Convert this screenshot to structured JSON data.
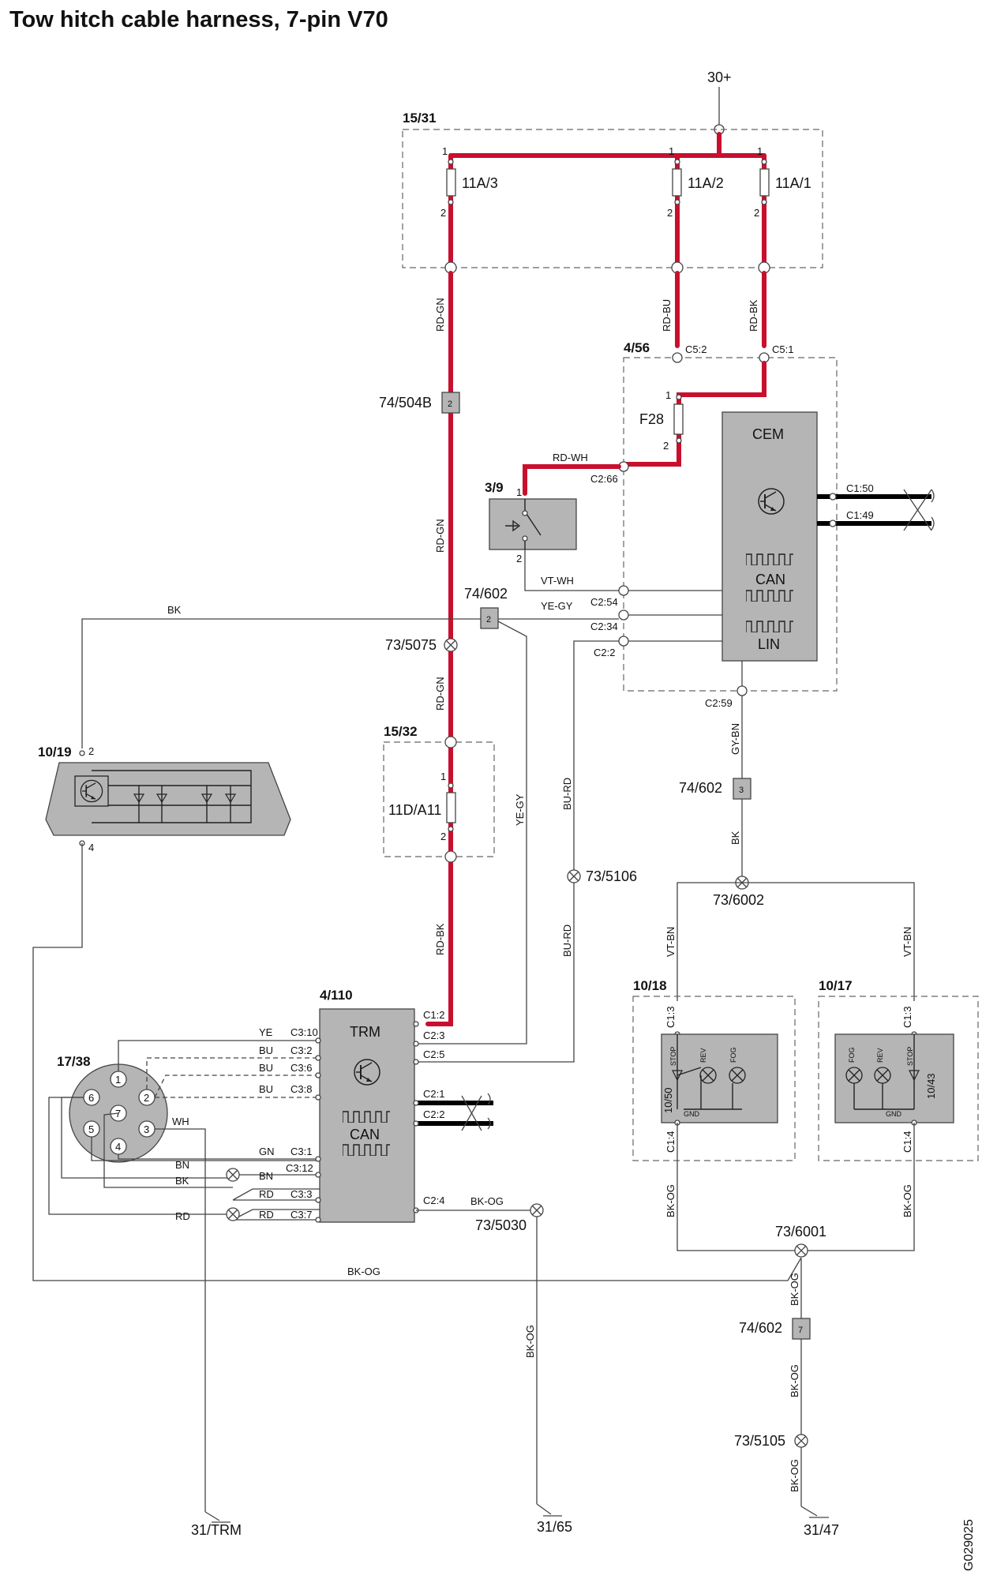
{
  "title": "Tow hitch cable harness, 7-pin V70",
  "doc_id": "G029025",
  "colors": {
    "power_wire": "#c8102e",
    "module_fill": "#b5b5b5",
    "wire": "#444444"
  },
  "supply": {
    "label": "30+"
  },
  "fusebox_main": {
    "id": "15/31",
    "fuses": [
      {
        "name": "11A/3",
        "pin_top": "1",
        "pin_bottom": "2"
      },
      {
        "name": "11A/2",
        "pin_top": "1",
        "pin_bottom": "2"
      },
      {
        "name": "11A/1",
        "pin_top": "1",
        "pin_bottom": "2"
      }
    ]
  },
  "wire_colors": {
    "rd_gn": "RD-GN",
    "rd_bu": "RD-BU",
    "rd_bk": "RD-BK",
    "rd_wh": "RD-WH",
    "vt_wh": "VT-WH",
    "ye_gy": "YE-GY",
    "bk": "BK",
    "bu_rd": "BU-RD",
    "gy_bn": "GY-BN",
    "vt_bn": "VT-BN",
    "bk_og": "BK-OG",
    "ye": "YE",
    "bu": "BU",
    "gn": "GN",
    "bn": "BN",
    "rd": "RD",
    "wh": "WH"
  },
  "cem_box": {
    "id": "4/56",
    "module_label": "CEM",
    "fuse": {
      "name": "F28",
      "pin_top": "1",
      "pin_bottom": "2"
    },
    "pins": {
      "c5_2": "C5:2",
      "c5_1": "C5:1",
      "c2_66": "C2:66",
      "c2_54": "C2:54",
      "c2_34": "C2:34",
      "c2_2": "C2:2",
      "c2_59": "C2:59",
      "c1_50": "C1:50",
      "c1_49": "C1:49"
    },
    "can_label": "CAN",
    "lin_label": "LIN"
  },
  "connectors": {
    "c74_504b": {
      "id": "74/504B",
      "pin": "2"
    },
    "c74_602_a": {
      "id": "74/602",
      "pin": "2"
    },
    "c74_602_b": {
      "id": "74/602",
      "pin": "3"
    },
    "c74_602_c": {
      "id": "74/602",
      "pin": "7"
    }
  },
  "switch": {
    "id": "3/9",
    "pin_top": "1",
    "pin_bottom": "2"
  },
  "splices": {
    "s5075": "73/5075",
    "s5106": "73/5106",
    "s6002": "73/6002",
    "s6001": "73/6001",
    "s5030": "73/5030",
    "s5105": "73/5105"
  },
  "fusebox_sub": {
    "id": "15/32",
    "fuse": "11D/A11",
    "pin_top": "1",
    "pin_bottom": "2"
  },
  "third_brake_light": {
    "id": "10/19",
    "pin_top": "2",
    "pin_bottom": "4"
  },
  "trm": {
    "id": "4/110",
    "label": "TRM",
    "can_label": "CAN",
    "pins_left": [
      "C3:10",
      "C3:2",
      "C3:6",
      "C3:8",
      "C3:1",
      "C3:12",
      "C3:3",
      "C3:7"
    ],
    "pins_right": [
      "C1:2",
      "C2:3",
      "C2:5",
      "C2:1",
      "C2:2",
      "C2:4"
    ]
  },
  "socket": {
    "id": "17/38",
    "pins": [
      "1",
      "2",
      "3",
      "4",
      "5",
      "6",
      "7"
    ]
  },
  "lamp_left": {
    "id": "10/18",
    "pin_top": "C1:3",
    "pin_bottom": "C1:4",
    "inner": "10/50",
    "bulbs": [
      "STOP",
      "REV",
      "FOG"
    ],
    "gnd": "GND"
  },
  "lamp_right": {
    "id": "10/17",
    "pin_top": "C1:3",
    "pin_bottom": "C1:4",
    "inner": "10/43",
    "bulbs": [
      "FOG",
      "REV",
      "STOP"
    ],
    "gnd": "GND"
  },
  "grounds": {
    "g_trm": "31/TRM",
    "g_65": "31/65",
    "g_47": "31/47"
  }
}
